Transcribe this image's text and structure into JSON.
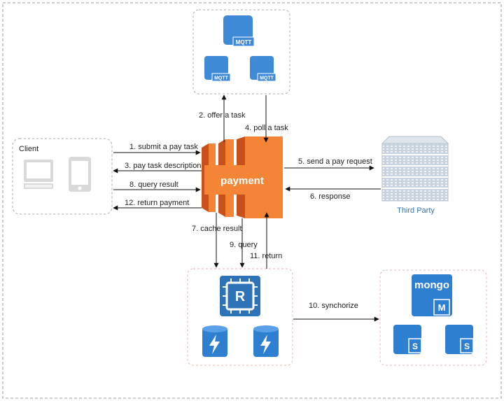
{
  "outer_frame": {
    "style": "dashed"
  },
  "nodes": {
    "client": {
      "label": "Client"
    },
    "payment": {
      "label": "payment"
    },
    "third_party": {
      "label": "Third Party"
    },
    "mqtt": {
      "icon_label": "MQTT",
      "count": 3
    },
    "redis": {
      "icon_label": "R"
    },
    "mongo": {
      "label": "mongo",
      "master_label": "M",
      "slave_label": "S"
    }
  },
  "edges": [
    {
      "id": "e1",
      "label": "1. submit a pay task"
    },
    {
      "id": "e2",
      "label": "2. offer a task"
    },
    {
      "id": "e3",
      "label": "3. pay task description"
    },
    {
      "id": "e4",
      "label": "4. poll a task"
    },
    {
      "id": "e5",
      "label": "5. send a pay request"
    },
    {
      "id": "e6",
      "label": "6. response"
    },
    {
      "id": "e7",
      "label": "7. cache result"
    },
    {
      "id": "e8",
      "label": "8. query result"
    },
    {
      "id": "e9",
      "label": "9. query"
    },
    {
      "id": "e10",
      "label": "10. synchorize"
    },
    {
      "id": "e11",
      "label": "11. return"
    },
    {
      "id": "e12",
      "label": "12. return payment"
    }
  ],
  "colors": {
    "aws_orange": "#f58536",
    "aws_orange_dark": "#c8511b",
    "mqtt_blue": "#3f8ad7",
    "redis_blue": "#2e73b8",
    "db_blue": "#2f7fd1",
    "third_party_label": "#2e73b8",
    "dashed_border": "#a8a8a8",
    "pink_dashed": "#e6b5b5",
    "device_gray": "#d9d9d9"
  }
}
